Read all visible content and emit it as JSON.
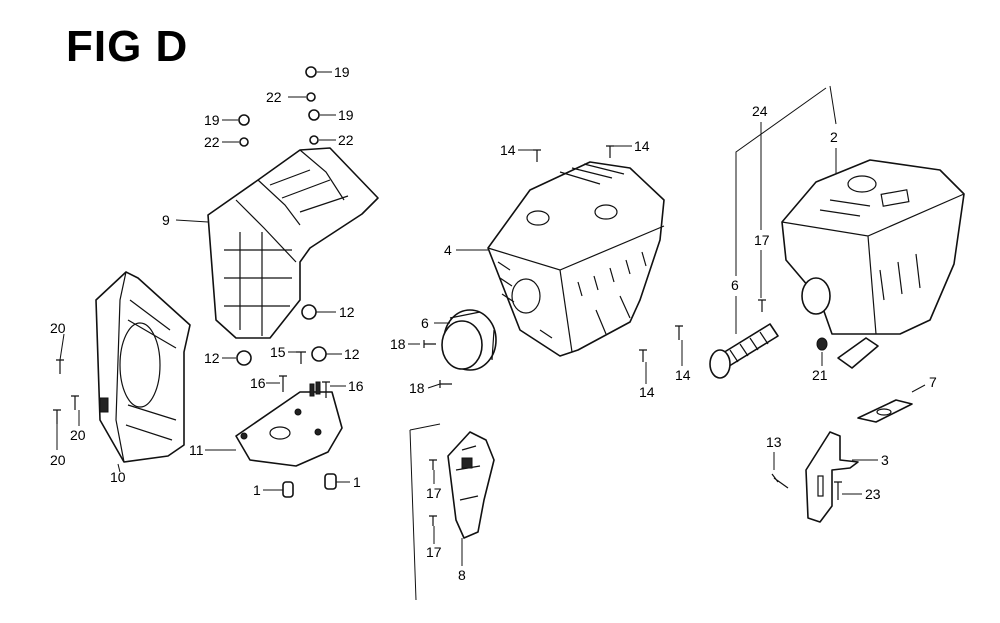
{
  "figure": {
    "title": "FIG D"
  },
  "callouts": {
    "c1a": "1",
    "c1b": "1",
    "c2": "2",
    "c3": "3",
    "c4": "4",
    "c6a": "6",
    "c6b": "6",
    "c7": "7",
    "c8": "8",
    "c9": "9",
    "c10": "10",
    "c11": "11",
    "c12a": "12",
    "c12b": "12",
    "c12c": "12",
    "c13": "13",
    "c14a": "14",
    "c14b": "14",
    "c14c": "14",
    "c14d": "14",
    "c15": "15",
    "c16a": "16",
    "c16b": "16",
    "c17a": "17",
    "c17b": "17",
    "c17c": "17",
    "c18a": "18",
    "c18b": "18",
    "c19a": "19",
    "c19b": "19",
    "c19c": "19",
    "c20a": "20",
    "c20b": "20",
    "c20c": "20",
    "c21": "21",
    "c22a": "22",
    "c22b": "22",
    "c22c": "22",
    "c23": "23",
    "c24": "24"
  }
}
